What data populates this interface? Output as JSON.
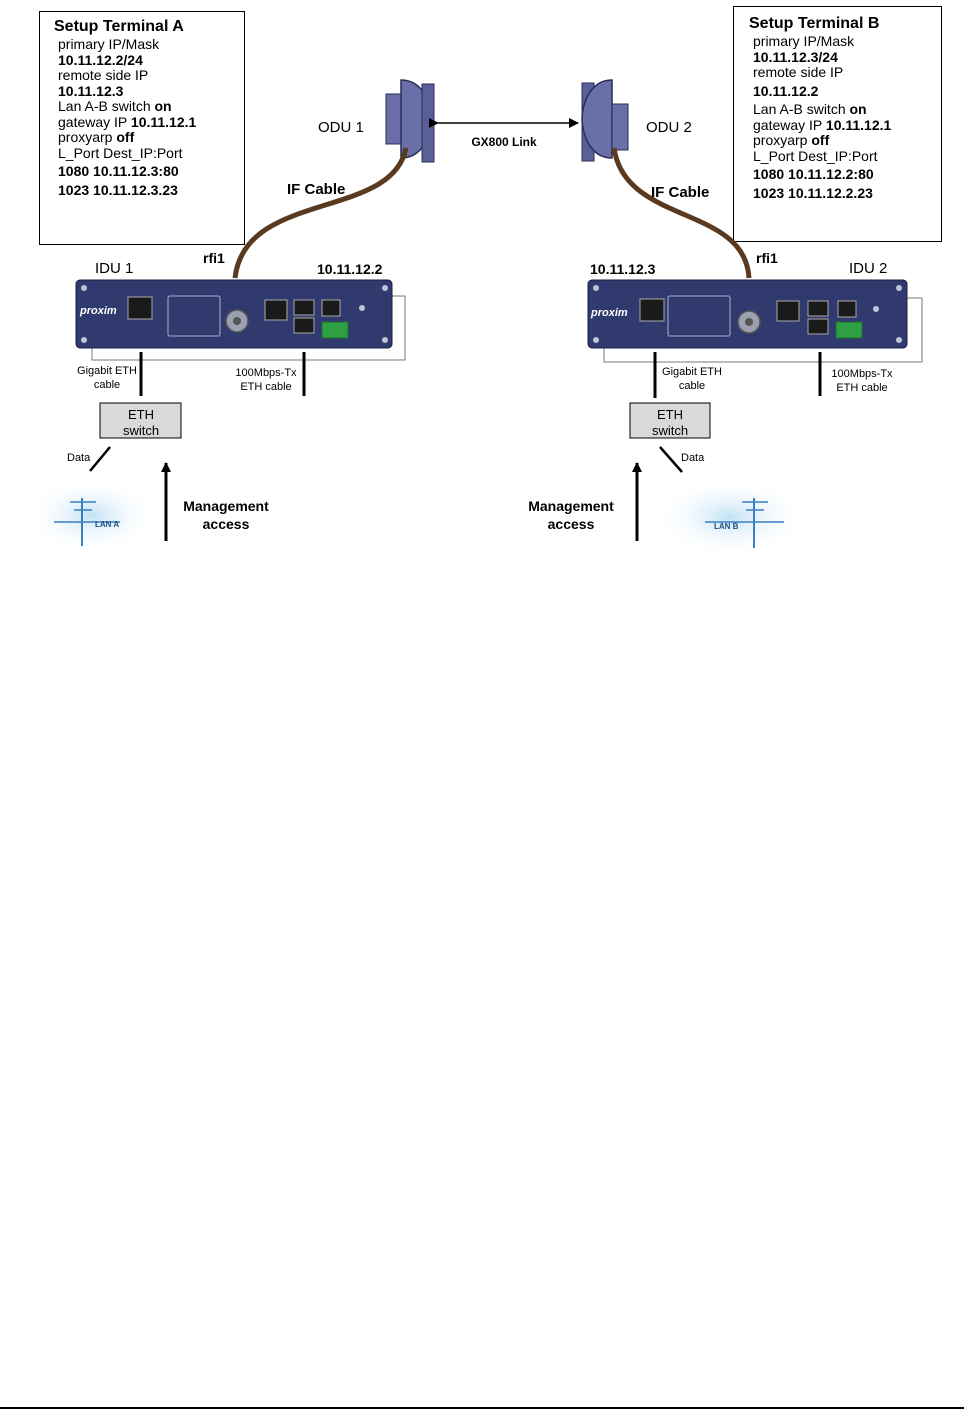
{
  "terminal_a": {
    "title": "Setup Terminal A",
    "primary_label": "primary IP/Mask",
    "primary_value": "10.11.12.2/24",
    "remote_label": "remote side IP",
    "remote_value": "10.11.12.3",
    "lan_switch_label": "Lan A-B switch ",
    "lan_switch_value": "on",
    "gateway_label": "gateway IP ",
    "gateway_value": "10.11.12.1",
    "proxyarp_label": "proxyarp ",
    "proxyarp_value": "off",
    "lport_header": "L_Port Dest_IP:Port",
    "lport_1": "1080 10.11.12.3:80",
    "lport_2": "1023 10.11.12.3.23"
  },
  "terminal_b": {
    "title": "Setup Terminal B",
    "primary_label": "primary IP/Mask",
    "primary_value": "10.11.12.3/24",
    "remote_label": "remote side IP",
    "remote_value": "10.11.12.2",
    "lan_switch_label": "Lan A-B switch ",
    "lan_switch_value": "on",
    "gateway_label": "gateway IP ",
    "gateway_value": "10.11.12.1",
    "proxyarp_label": "proxyarp ",
    "proxyarp_value": "off",
    "lport_header": "L_Port Dest_IP:Port",
    "lport_1": "1080 10.11.12.2:80",
    "lport_2": "1023 10.11.12.2.23"
  },
  "odu1_label": "ODU 1",
  "odu2_label": "ODU 2",
  "link_label": "GX800 Link",
  "if_cable_label": "IF Cable",
  "rfi_label": "rfi1",
  "idu1_label": "IDU 1",
  "idu2_label": "IDU 2",
  "idu1_ip": "10.11.12.2",
  "idu2_ip": "10.11.12.3",
  "brand_text": "proxim",
  "gig_eth_line1": "Gigabit ETH",
  "gig_eth_line2": "cable",
  "fast_eth_line1": "100Mbps-Tx",
  "fast_eth_line2": "ETH cable",
  "eth_switch_line1": "ETH",
  "eth_switch_line2": "switch",
  "data_label": "Data",
  "mgmt_line1": "Management",
  "mgmt_line2": "access",
  "lan_a_label": "LAN A",
  "lan_b_label": "LAN B",
  "colors": {
    "odu_fill": "#6a6fa8",
    "odu_dark": "#3a3d6b",
    "cable": "#5a3a1e",
    "idu_body": "#303a6e",
    "switch_fill": "#d9d9d9",
    "lan_glow": "#bfe0f5",
    "terminal_green": "#2ea043"
  }
}
